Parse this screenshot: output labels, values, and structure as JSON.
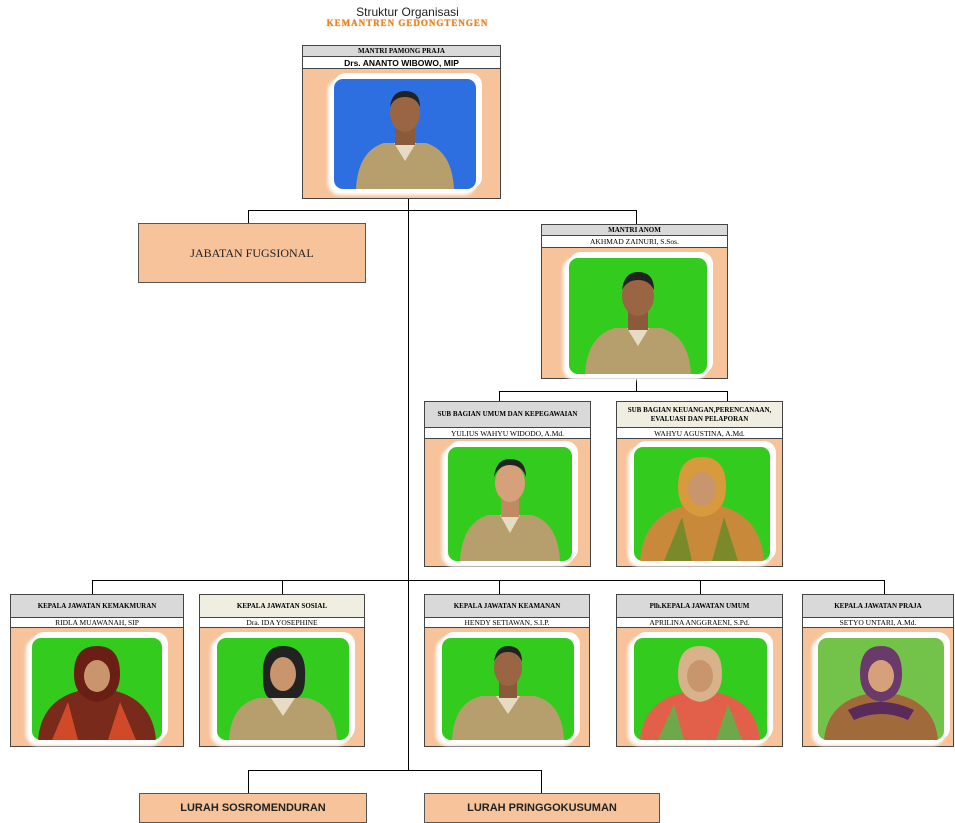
{
  "header": {
    "title": "Struktur Organisasi",
    "subtitle": "KEMANTREN GEDONGTENGEN"
  },
  "head": {
    "title": "MANTRI PAMONG PRAJA",
    "name": "Drs. ANANTO WIBOWO, MIP"
  },
  "jabatan": {
    "label": "JABATAN FUGSIONAL"
  },
  "anom": {
    "title": "MANTRI ANOM",
    "name": "AKHMAD ZAINURI, S.Sos."
  },
  "sub_umum": {
    "title": "SUB BAGIAN UMUM DAN KEPEGAWAIAN",
    "name": "YULIUS WAHYU WIDODO, A.Md."
  },
  "sub_keuangan": {
    "title": "SUB BAGIAN KEUANGAN,PERENCANAAN, EVALUASI DAN PELAPORAN",
    "name": "WAHYU AGUSTINA, A.Md."
  },
  "kemakmuran": {
    "title": "KEPALA JAWATAN KEMAKMURAN",
    "name": "RIDLA MUAWANAH, SIP"
  },
  "sosial": {
    "title": "KEPALA JAWATAN SOSIAL",
    "name": "Dra. IDA YOSEPHINE"
  },
  "keamanan": {
    "title": "KEPALA JAWATAN KEAMANAN",
    "name": "HENDY SETIAWAN, S.I.P."
  },
  "umum": {
    "title": "Plh.KEPALA JAWATAN UMUM",
    "name": "APRILINA ANGGRAENI, S.Pd."
  },
  "praja": {
    "title": "KEPALA JAWATAN PRAJA",
    "name": "SETYO UNTARI, A.Md."
  },
  "lurah": {
    "left": "LURAH SOSROMENDURAN",
    "right": "LURAH PRINGGOKUSUMAN"
  },
  "colors": {
    "card_bg": "#f7c39b",
    "title_bg": "#d9d9d9",
    "subtitle": "#e8821e",
    "photo_blue": "#2d6fe0",
    "photo_green": "#33cc1e"
  }
}
